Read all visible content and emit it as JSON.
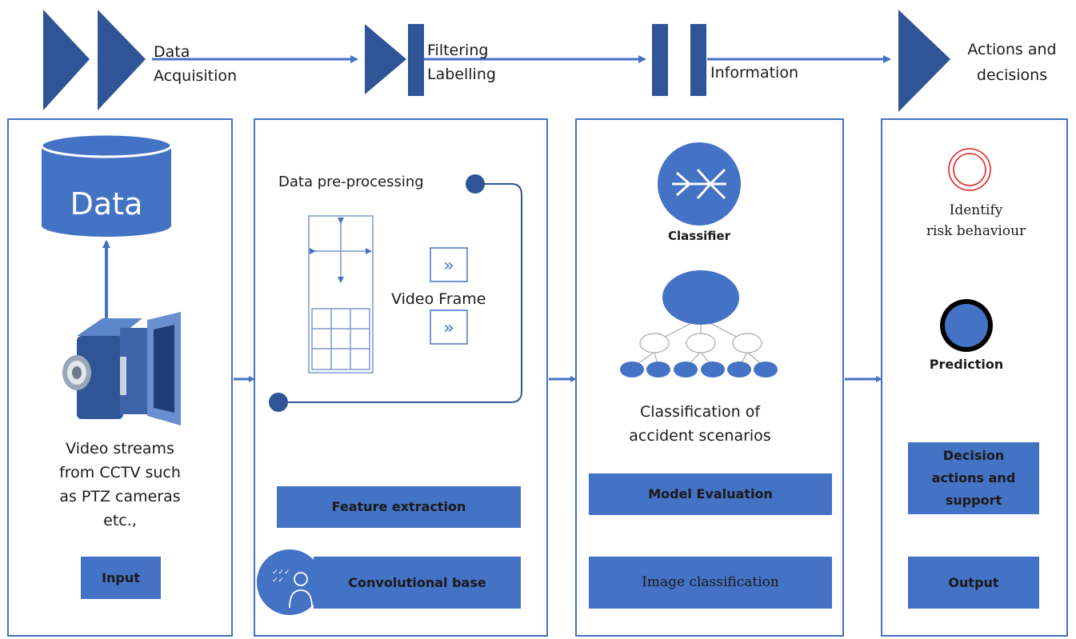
{
  "stages": {
    "acquisition": [
      "Data",
      "Acquisition"
    ],
    "filtering": [
      "Filtering",
      "Labelling"
    ],
    "information": "Information",
    "actions": [
      "Actions and",
      "decisions"
    ]
  },
  "panel_input": {
    "database_label": "Data",
    "video_text": [
      "Video streams",
      "from CCTV such",
      "as PTZ cameras",
      "etc.,"
    ],
    "input_button": "Input"
  },
  "panel_processing": {
    "preprocessing_label": "Data pre-processing",
    "video_frame_label": "Video Frame",
    "feature_button": "Feature extraction",
    "conv_button": "Convolutional base"
  },
  "panel_classification": {
    "classifier_label": "Classifier",
    "scenarios_text": [
      "Classification of",
      "accident scenarios"
    ],
    "model_eval_button": "Model Evaluation",
    "image_class_button": "Image classification"
  },
  "panel_output": {
    "risk_text": [
      "Identify",
      "risk behaviour"
    ],
    "prediction_label": "Prediction",
    "decision_button": [
      "Decision",
      "actions and",
      "support"
    ],
    "output_button": "Output"
  },
  "colors": {
    "primary": "#4472c4",
    "dark": "#2f5597",
    "red": "#e03c3c",
    "panel_border": "#4472c4"
  }
}
